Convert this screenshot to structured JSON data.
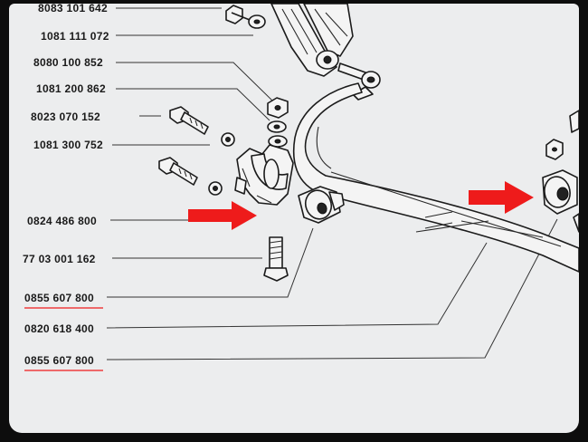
{
  "diagram": {
    "part_numbers": [
      {
        "id": "p0",
        "text": "8083 101 642"
      },
      {
        "id": "p1",
        "text": "1081 111 072"
      },
      {
        "id": "p2",
        "text": "8080 100 852"
      },
      {
        "id": "p3",
        "text": "1081 200 862"
      },
      {
        "id": "p4",
        "text": "8023 070 152"
      },
      {
        "id": "p5",
        "text": "1081 300 752"
      },
      {
        "id": "p6",
        "text": "0824 486 800"
      },
      {
        "id": "p7",
        "text": "77 03 001 162"
      },
      {
        "id": "p8",
        "text": "0855 607 800",
        "highlighted": true
      },
      {
        "id": "p9",
        "text": "0820 618 400"
      },
      {
        "id": "p10",
        "text": "0855 607 800",
        "highlighted": true
      }
    ],
    "colors": {
      "highlight": "#ee1b1b",
      "paper": "#ecedee",
      "ink": "#1a1a1a"
    }
  }
}
